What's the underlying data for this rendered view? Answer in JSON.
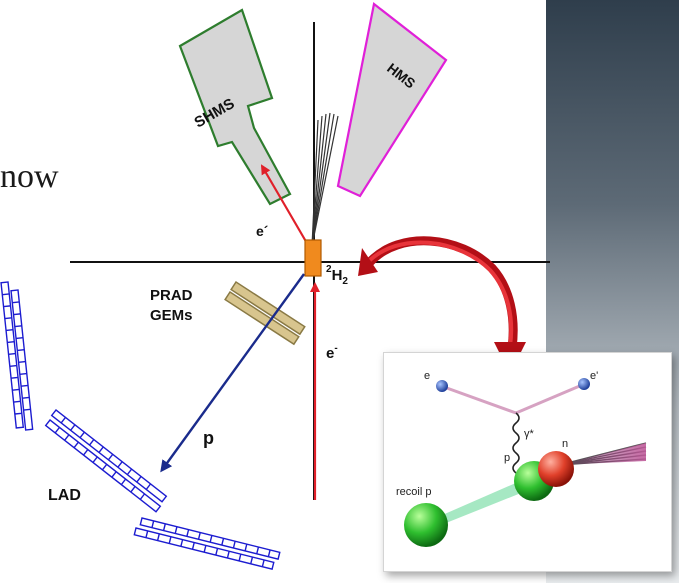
{
  "overlay_text": "now",
  "labels": {
    "shms": "SHMS",
    "hms": "HMS",
    "e_prime": "e´",
    "target_sup": "2",
    "target_main": "H",
    "target_sub": "2",
    "prad_line1": "PRAD",
    "prad_line2": "GEMs",
    "e_minus_main": "e",
    "e_minus_sup": "-",
    "proton": "p",
    "lad": "LAD"
  },
  "inset": {
    "e_in": "e",
    "e_out": "e'",
    "gamma": "γ*",
    "p": "p",
    "n": "n",
    "recoil": "recoil p"
  },
  "colors": {
    "shms_outline": "#2e7d2e",
    "hms_outline": "#e020d8",
    "detector_fill": "#d6d6d6",
    "beam": "#e0202a",
    "proton_track": "#1a2b8c",
    "lad": "#1c1cd0",
    "gems": "#b8a060",
    "target": "#f08a1e"
  }
}
